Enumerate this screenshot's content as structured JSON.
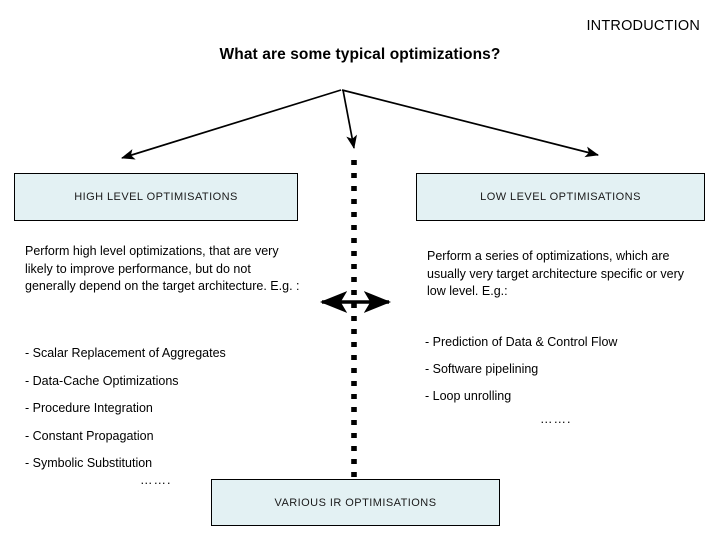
{
  "header": {
    "label": "INTRODUCTION"
  },
  "title": {
    "text": "What are some typical optimizations?"
  },
  "boxes": {
    "high_level": {
      "label": "HIGH LEVEL OPTIMISATIONS"
    },
    "low_level": {
      "label": "LOW LEVEL OPTIMISATIONS"
    },
    "ir": {
      "label": "VARIOUS IR OPTIMISATIONS"
    }
  },
  "columns": {
    "left": {
      "paragraph": "Perform high level optimizations, that are very likely to improve performance, but do not generally depend on the target architecture. E.g. :",
      "bullets": [
        "- Scalar Replacement of Aggregates",
        "- Data-Cache Optimizations",
        "- Procedure Integration",
        "- Constant Propagation",
        "- Symbolic Substitution"
      ],
      "ellipsis": "……."
    },
    "right": {
      "paragraph": "Perform a series of optimizations, which are usually very target architecture specific or very low level. E.g.:",
      "bullets": [
        "- Prediction of Data & Control Flow",
        "- Software pipelining",
        "- Loop unrolling"
      ],
      "ellipsis": "……."
    }
  },
  "colors": {
    "box_fill": "#e3f1f3",
    "box_border": "#000000",
    "text": "#000000",
    "background": "#ffffff"
  },
  "connectors": {
    "arrow_to_high_level": "diagonal-arrow-down-left",
    "arrow_to_low_level": "diagonal-arrow-down-right",
    "arrow_to_center": "short-arrow-down",
    "dashed_spine": "vertical-dashed-line",
    "bidirectional_arrow": "horizontal-double-arrow"
  }
}
